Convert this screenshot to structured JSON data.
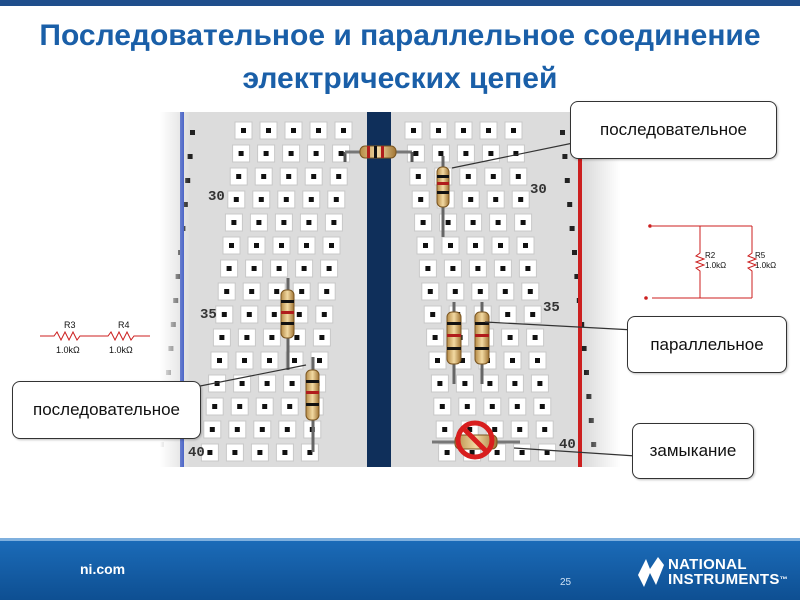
{
  "slide": {
    "title_line1": "Последовательное и параллельное соединение",
    "title_line2": "электрических цепей",
    "page_number": "25",
    "footer_site": "ni.com",
    "logo_line1": "NATIONAL",
    "logo_line2": "INSTRUMENTS",
    "logo_mark": "™"
  },
  "breadboard": {
    "row_labels_left": [
      "30",
      "35",
      "40"
    ],
    "row_labels_right": [
      "30",
      "35",
      "40"
    ]
  },
  "callouts": {
    "series_top": "последовательное",
    "series_left": "последовательное",
    "parallel": "параллельное",
    "short": "замыкание"
  },
  "schematic_series": {
    "r3_name": "R3",
    "r3_value": "1.0kΩ",
    "r4_name": "R4",
    "r4_value": "1.0kΩ"
  },
  "schematic_parallel": {
    "r2_name": "R2",
    "r2_value": "1.0kΩ",
    "r5_name": "R5",
    "r5_value": "1.0kΩ"
  },
  "colors": {
    "title": "#1a5fa8",
    "rail_blue": "#1f3fb8",
    "rail_red": "#cc1f1f",
    "center_channel": "#0f2f5a",
    "footer": "#1161ab",
    "prohibit": "#d81e1e"
  }
}
